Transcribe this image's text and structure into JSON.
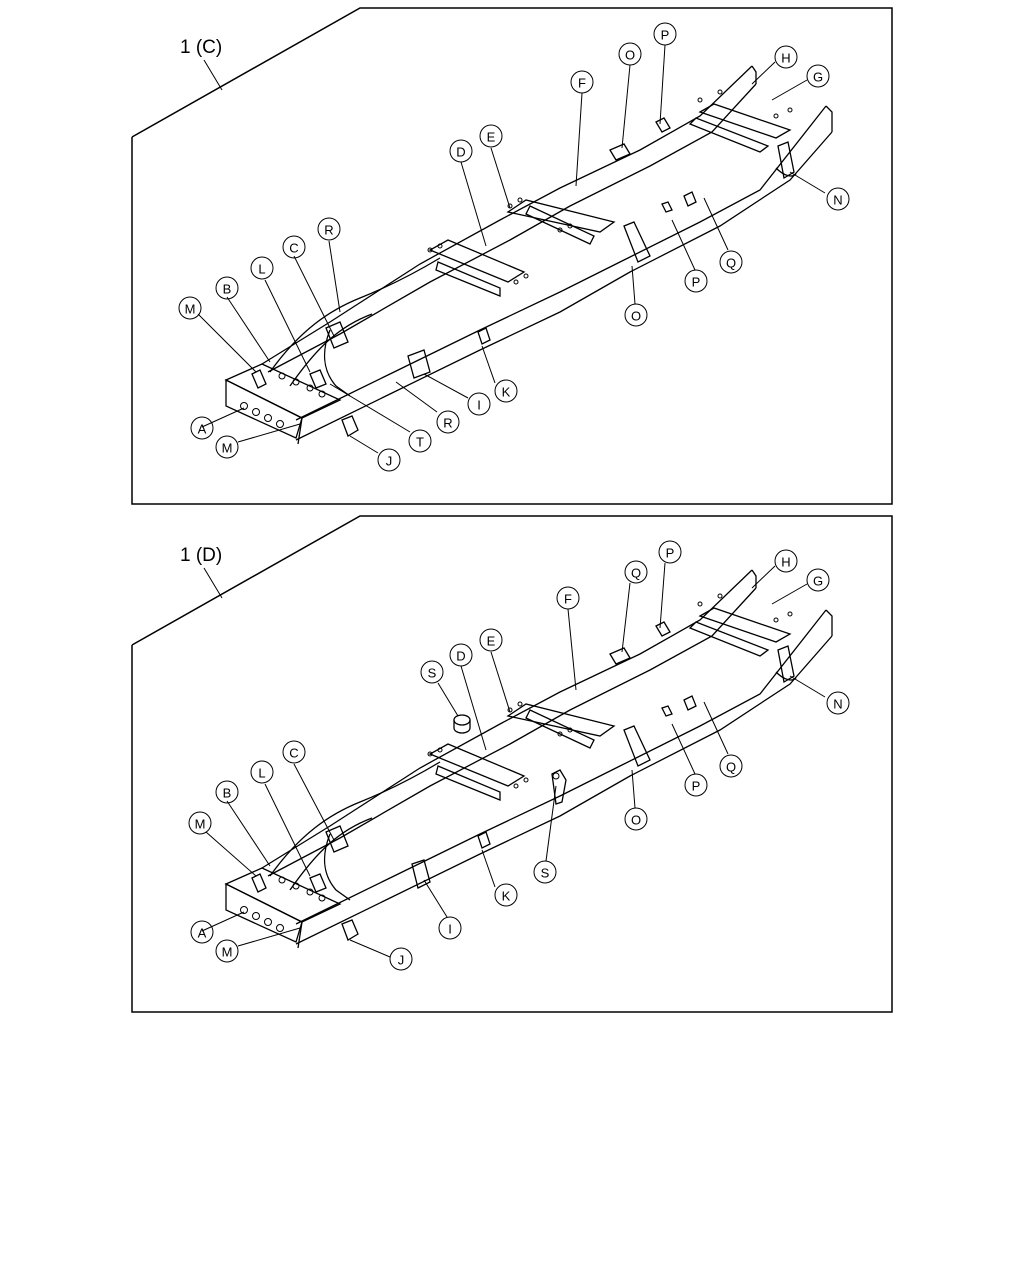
{
  "panels": [
    {
      "id": "C",
      "title": "1 (C)",
      "callouts": [
        "A",
        "B",
        "C",
        "D",
        "E",
        "F",
        "G",
        "H",
        "I",
        "J",
        "K",
        "L",
        "M",
        "M",
        "N",
        "O",
        "O",
        "P",
        "P",
        "Q",
        "Q",
        "R",
        "R",
        "T"
      ]
    },
    {
      "id": "D",
      "title": "1 (D)",
      "callouts": [
        "A",
        "B",
        "C",
        "D",
        "E",
        "F",
        "G",
        "H",
        "I",
        "J",
        "K",
        "L",
        "M",
        "M",
        "N",
        "O",
        "O",
        "P",
        "P",
        "Q",
        "Q",
        "S",
        "S"
      ]
    }
  ]
}
